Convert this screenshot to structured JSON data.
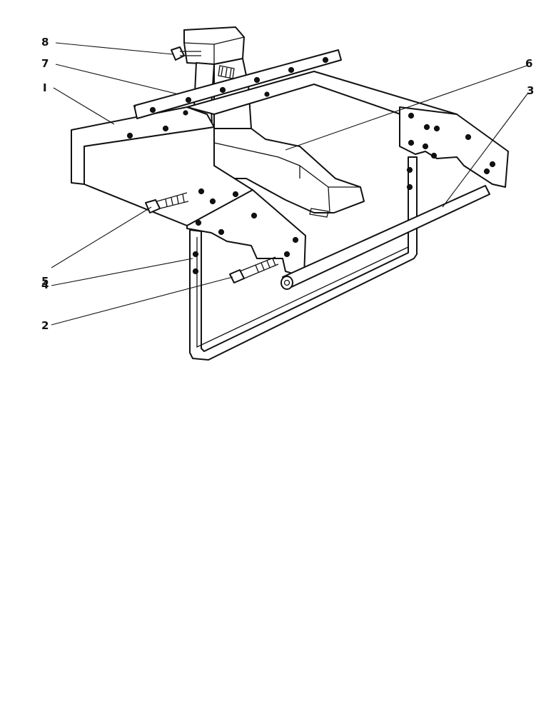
{
  "callouts": [
    {
      "id": "8",
      "label": "8"
    },
    {
      "id": "7",
      "label": "7"
    },
    {
      "id": "1",
      "label": "I"
    },
    {
      "id": "6",
      "label": "6"
    },
    {
      "id": "3",
      "label": "3"
    },
    {
      "id": "5",
      "label": "5"
    },
    {
      "id": "4",
      "label": "4"
    },
    {
      "id": "2",
      "label": "2"
    }
  ]
}
